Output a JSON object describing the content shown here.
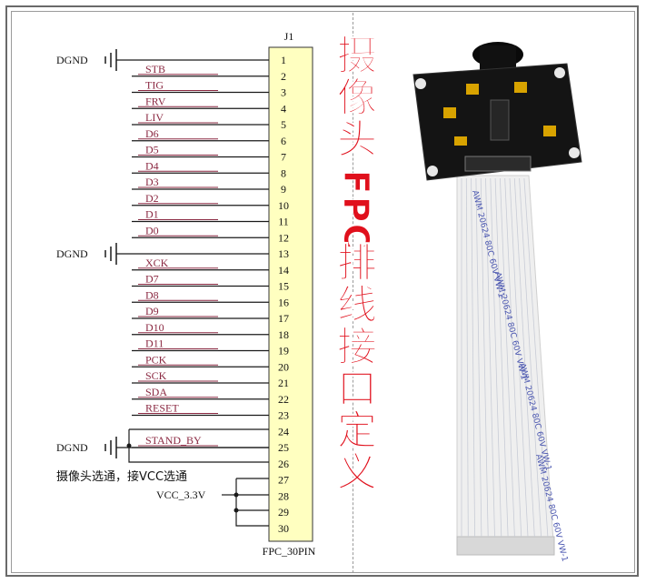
{
  "component": {
    "ref": "J1",
    "part": "FPC_30PIN"
  },
  "ground_label": "DGND",
  "pins": [
    {
      "num": "1",
      "net": ""
    },
    {
      "num": "2",
      "net": "STB"
    },
    {
      "num": "3",
      "net": "TIG"
    },
    {
      "num": "4",
      "net": "FRV"
    },
    {
      "num": "5",
      "net": "LIV"
    },
    {
      "num": "6",
      "net": "D6"
    },
    {
      "num": "7",
      "net": "D5"
    },
    {
      "num": "8",
      "net": "D4"
    },
    {
      "num": "9",
      "net": "D3"
    },
    {
      "num": "10",
      "net": "D2"
    },
    {
      "num": "11",
      "net": "D1"
    },
    {
      "num": "12",
      "net": "D0"
    },
    {
      "num": "13",
      "net": ""
    },
    {
      "num": "14",
      "net": "XCK"
    },
    {
      "num": "15",
      "net": "D7"
    },
    {
      "num": "16",
      "net": "D8"
    },
    {
      "num": "17",
      "net": "D9"
    },
    {
      "num": "18",
      "net": "D10"
    },
    {
      "num": "19",
      "net": "D11"
    },
    {
      "num": "20",
      "net": "PCK"
    },
    {
      "num": "21",
      "net": "SCK"
    },
    {
      "num": "22",
      "net": "SDA"
    },
    {
      "num": "23",
      "net": "RESET"
    },
    {
      "num": "24",
      "net": ""
    },
    {
      "num": "25",
      "net": "STAND_BY"
    },
    {
      "num": "26",
      "net": ""
    },
    {
      "num": "27",
      "net": ""
    },
    {
      "num": "28",
      "net": ""
    },
    {
      "num": "29",
      "net": ""
    },
    {
      "num": "30",
      "net": ""
    }
  ],
  "notes": {
    "camera_select": "摄像头选通，接VCC选通",
    "vcc": "VCC_3.3V"
  },
  "title_cn": "摄像头FPC排线接口定义",
  "cable_print": "AWM 20624 80C 60V VW-1",
  "colors": {
    "wire": "#1a1a1a",
    "net_label_line": "#8b2942",
    "connector_fill": "#ffffc0",
    "title_red": "#e0101c",
    "pcb": "#141414",
    "cable": "#efefef"
  }
}
